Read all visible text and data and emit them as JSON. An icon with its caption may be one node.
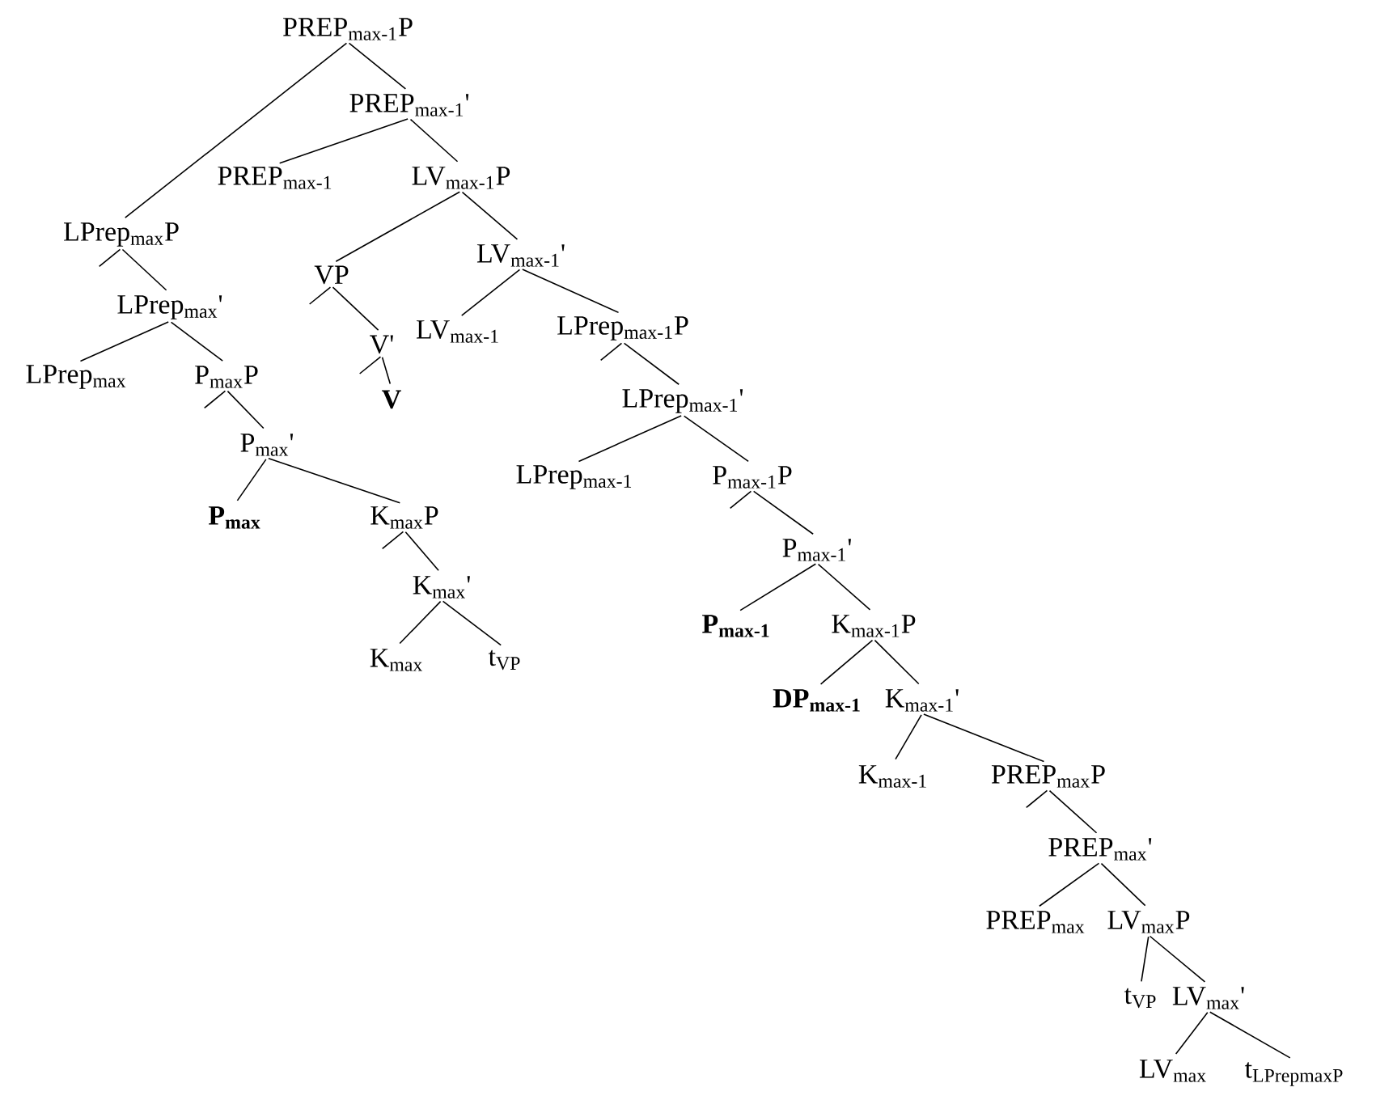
{
  "diagram": {
    "nodes": [
      {
        "text": [
          "PREP$_{max-1}$P"
        ]
      },
      {
        "text": [
          "PREP$_{max-1}$'"
        ]
      },
      {
        "text": [
          "PREP$_{max-1}$"
        ]
      },
      {
        "text": [
          "LV$_{max-1}$P"
        ]
      },
      {
        "text": [
          "LPrep$_{max}$P"
        ]
      },
      {
        "text": [
          "LV$_{max-1}$'"
        ]
      },
      {
        "text": [
          "VP"
        ]
      },
      {
        "text": [
          "LPrep$_{max}$'"
        ]
      },
      {
        "text": [
          "LV$_{max-1}$"
        ]
      },
      {
        "text": [
          "LPrep$_{max-1}$P"
        ]
      },
      {
        "text": [
          "V'"
        ]
      },
      {
        "text": [
          "LPrep$_{max}$"
        ]
      },
      {
        "text": [
          "P$_{max}$P"
        ]
      },
      {
        "text": [
          "**V**"
        ]
      },
      {
        "text": [
          "LPrep$_{max-1}$'"
        ]
      },
      {
        "text": [
          "P$_{max}$'"
        ]
      },
      {
        "text": [
          "LPrep$_{max-1}$"
        ]
      },
      {
        "text": [
          "P$_{max-1}$P"
        ]
      },
      {
        "text": [
          "**P$_{max}$**"
        ]
      },
      {
        "text": [
          "K$_{max}$P"
        ]
      },
      {
        "text": [
          "P$_{max-1}$'"
        ]
      },
      {
        "text": [
          "K$_{max}$'"
        ]
      },
      {
        "text": [
          "**P$_{max-1}$**"
        ]
      },
      {
        "text": [
          "K$_{max-1}$P"
        ]
      },
      {
        "text": [
          "K$_{max}$"
        ]
      },
      {
        "text": [
          "t$_{VP}$"
        ]
      },
      {
        "text": [
          "**DP$_{max-1}$**"
        ]
      },
      {
        "text": [
          "K$_{max-1}$'"
        ]
      },
      {
        "text": [
          "K$_{max-1}$"
        ]
      },
      {
        "text": [
          "PREP$_{max}$P"
        ]
      },
      {
        "text": [
          "PREP$_{max}$'"
        ]
      },
      {
        "text": [
          "PREP$_{max}$"
        ]
      },
      {
        "text": [
          "LV$_{max}$P"
        ]
      },
      {
        "text": [
          "t$_{VP}$"
        ]
      },
      {
        "text": [
          "LV$_{max}$'"
        ]
      },
      {
        "text": [
          "LV$_{max}$"
        ]
      },
      {
        "text": [
          "\\mathrm{t}_{\\mathrm{LPrepmaxP}}"
        ]
      }
    ],
    "edges": [
      {
        "from": 0,
        "to": 4,
        "arrow": "none"
      },
      {
        "from": 0,
        "to": 1,
        "arrow": "none"
      },
      {
        "from": 1,
        "to": 2,
        "arrow": "none"
      },
      {
        "from": 1,
        "to": 3,
        "arrow": "none"
      },
      {
        "from": 3,
        "to": 6,
        "arrow": "none"
      },
      {
        "from": 3,
        "to": 5,
        "arrow": "none"
      },
      {
        "from": 4,
        "to": null,
        "arrow": "none"
      },
      {
        "from": 4,
        "to": 7,
        "arrow": "none"
      },
      {
        "from": 5,
        "to": 8,
        "arrow": "none"
      },
      {
        "from": 5,
        "to": 9,
        "arrow": "none"
      },
      {
        "from": 6,
        "to": null,
        "arrow": "none"
      },
      {
        "from": 6,
        "to": 10,
        "arrow": "none"
      },
      {
        "from": 7,
        "to": 11,
        "arrow": "none"
      },
      {
        "from": 7,
        "to": 12,
        "arrow": "none"
      },
      {
        "from": 9,
        "to": null,
        "arrow": "none"
      },
      {
        "from": 9,
        "to": 14,
        "arrow": "none"
      },
      {
        "from": 10,
        "to": 13,
        "arrow": "none"
      },
      {
        "from": 10,
        "to": null,
        "arrow": "none"
      },
      {
        "from": 12,
        "to": null,
        "arrow": "none"
      },
      {
        "from": 12,
        "to": 15,
        "arrow": "none"
      },
      {
        "from": 14,
        "to": 16,
        "arrow": "none"
      },
      {
        "from": 14,
        "to": 17,
        "arrow": "none"
      },
      {
        "from": 15,
        "to": 18,
        "arrow": "none"
      },
      {
        "from": 15,
        "to": 19,
        "arrow": "none"
      },
      {
        "from": 17,
        "to": null,
        "arrow": "none"
      },
      {
        "from": 17,
        "to": 20,
        "arrow": "none"
      },
      {
        "from": 19,
        "to": null,
        "arrow": "none"
      },
      {
        "from": 19,
        "to": 21,
        "arrow": "none"
      },
      {
        "from": 20,
        "to": 22,
        "arrow": "none"
      },
      {
        "from": 20,
        "to": 23,
        "arrow": "none"
      },
      {
        "from": 21,
        "to": 24,
        "arrow": "none"
      },
      {
        "from": 21,
        "to": 25,
        "arrow": "none"
      },
      {
        "from": 23,
        "to": 26,
        "arrow": "none"
      },
      {
        "from": 23,
        "to": 27,
        "arrow": "none"
      },
      {
        "from": 27,
        "to": 28,
        "arrow": "none"
      },
      {
        "from": 27,
        "to": 29,
        "arrow": "none"
      },
      {
        "from": 29,
        "to": null,
        "arrow": "none"
      },
      {
        "from": 29,
        "to": 30,
        "arrow": "none"
      },
      {
        "from": 30,
        "to": 31,
        "arrow": "none"
      },
      {
        "from": 30,
        "to": 32,
        "arrow": "none"
      },
      {
        "from": 32,
        "to": 33,
        "arrow": "none"
      },
      {
        "from": 32,
        "to": 34,
        "arrow": "none"
      },
      {
        "from": 34,
        "to": 35,
        "arrow": "none"
      },
      {
        "from": 34,
        "to": 36,
        "arrow": "none"
      }
    ]
  }
}
